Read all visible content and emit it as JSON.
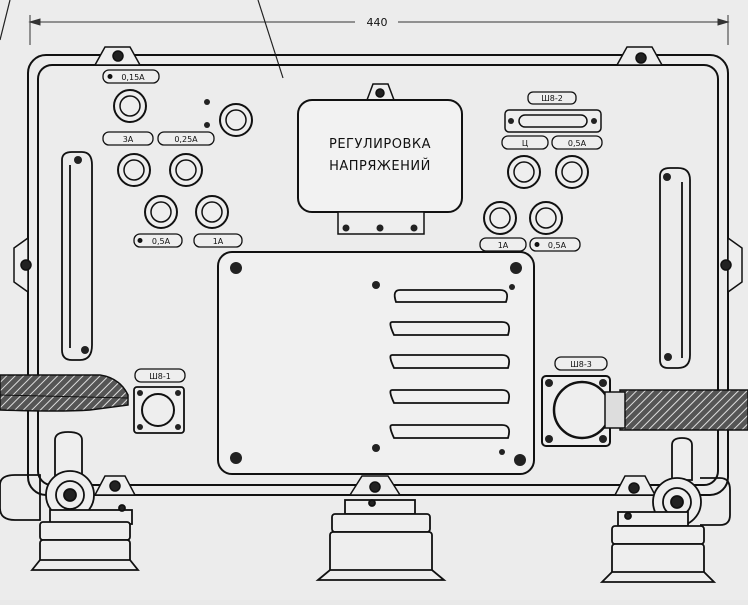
{
  "drawing": {
    "dimension_width": "440",
    "panel_title_line1": "РЕГУЛИРОВКА",
    "panel_title_line2": "НАПРЯЖЕНИЙ"
  },
  "fuses_left": {
    "f1": "0,15А",
    "f2": "3А",
    "f3": "0,25А",
    "f4": "0,5А",
    "f5": "1А"
  },
  "fuses_right": {
    "f6": "Ц",
    "f7": "0,5А",
    "f8": "1А",
    "f9": "0,5А"
  },
  "connectors": {
    "top_right": "Ш8-2",
    "left": "Ш8-1",
    "right": "Ш8-3"
  }
}
